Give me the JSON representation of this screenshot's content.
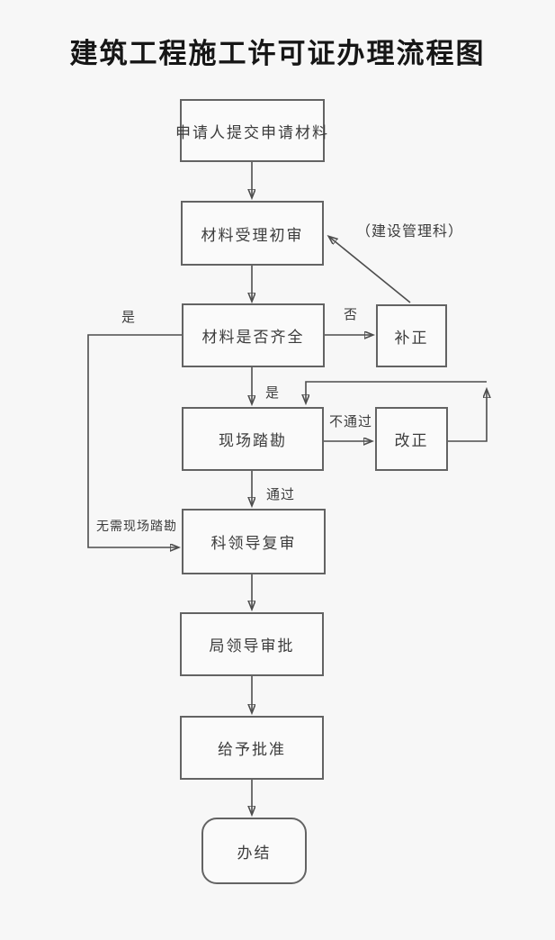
{
  "title": "建筑工程施工许可证办理流程图",
  "flowchart": {
    "nodes": [
      {
        "id": "submit",
        "label": "申请人提交申请材料",
        "shape": "rect"
      },
      {
        "id": "initial_review",
        "label": "材料受理初审",
        "shape": "rect"
      },
      {
        "id": "materials_complete",
        "label": "材料是否齐全",
        "shape": "rect"
      },
      {
        "id": "supplement_correction",
        "label": "补正",
        "shape": "rect"
      },
      {
        "id": "site_survey",
        "label": "现场踏勘",
        "shape": "rect"
      },
      {
        "id": "rectify",
        "label": "改正",
        "shape": "rect"
      },
      {
        "id": "section_leader_review",
        "label": "科领导复审",
        "shape": "rect"
      },
      {
        "id": "bureau_leader_approval",
        "label": "局领导审批",
        "shape": "rect"
      },
      {
        "id": "grant_approval",
        "label": "给予批准",
        "shape": "rect"
      },
      {
        "id": "complete",
        "label": "办结",
        "shape": "rounded"
      }
    ],
    "edge_labels": {
      "department_note": "（建设管理科）",
      "yes_left": "是",
      "no": "否",
      "yes_down": "是",
      "not_pass": "不通过",
      "pass": "通过",
      "no_site_survey": "无需现场踏勘"
    },
    "colors": {
      "background": "#f7f7f7",
      "line": "#4d4d4d",
      "box_border": "#636363",
      "text": "#3c3c3c"
    }
  }
}
